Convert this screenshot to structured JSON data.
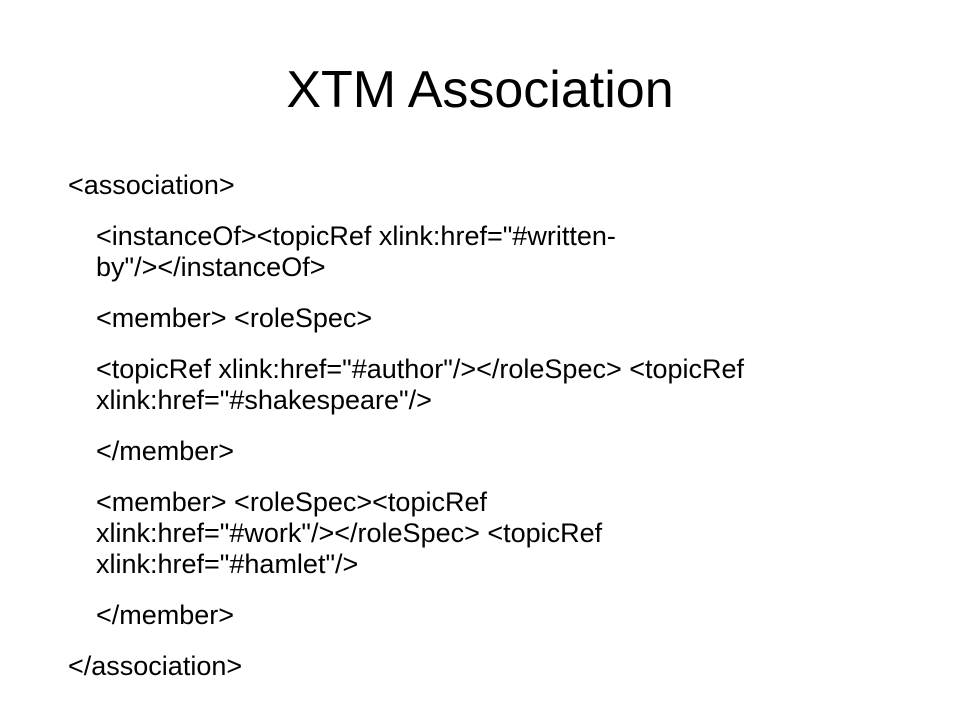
{
  "slide": {
    "title": "XTM Association",
    "lines": [
      {
        "text": "<association>"
      },
      {
        "text": "<instanceOf><topicRef xlink:href=\"#written-"
      },
      {
        "text": "by\"/></instanceOf>"
      },
      {
        "text": "<member> <roleSpec>"
      },
      {
        "text": "<topicRef xlink:href=\"#author\"/></roleSpec> <topicRef"
      },
      {
        "text": "xlink:href=\"#shakespeare\"/>"
      },
      {
        "text": "</member>"
      },
      {
        "text": "<member> <roleSpec><topicRef"
      },
      {
        "text": "xlink:href=\"#work\"/></roleSpec> <topicRef"
      },
      {
        "text": "xlink:href=\"#hamlet\"/>"
      },
      {
        "text": "</member>"
      },
      {
        "text": "</association>"
      }
    ]
  }
}
